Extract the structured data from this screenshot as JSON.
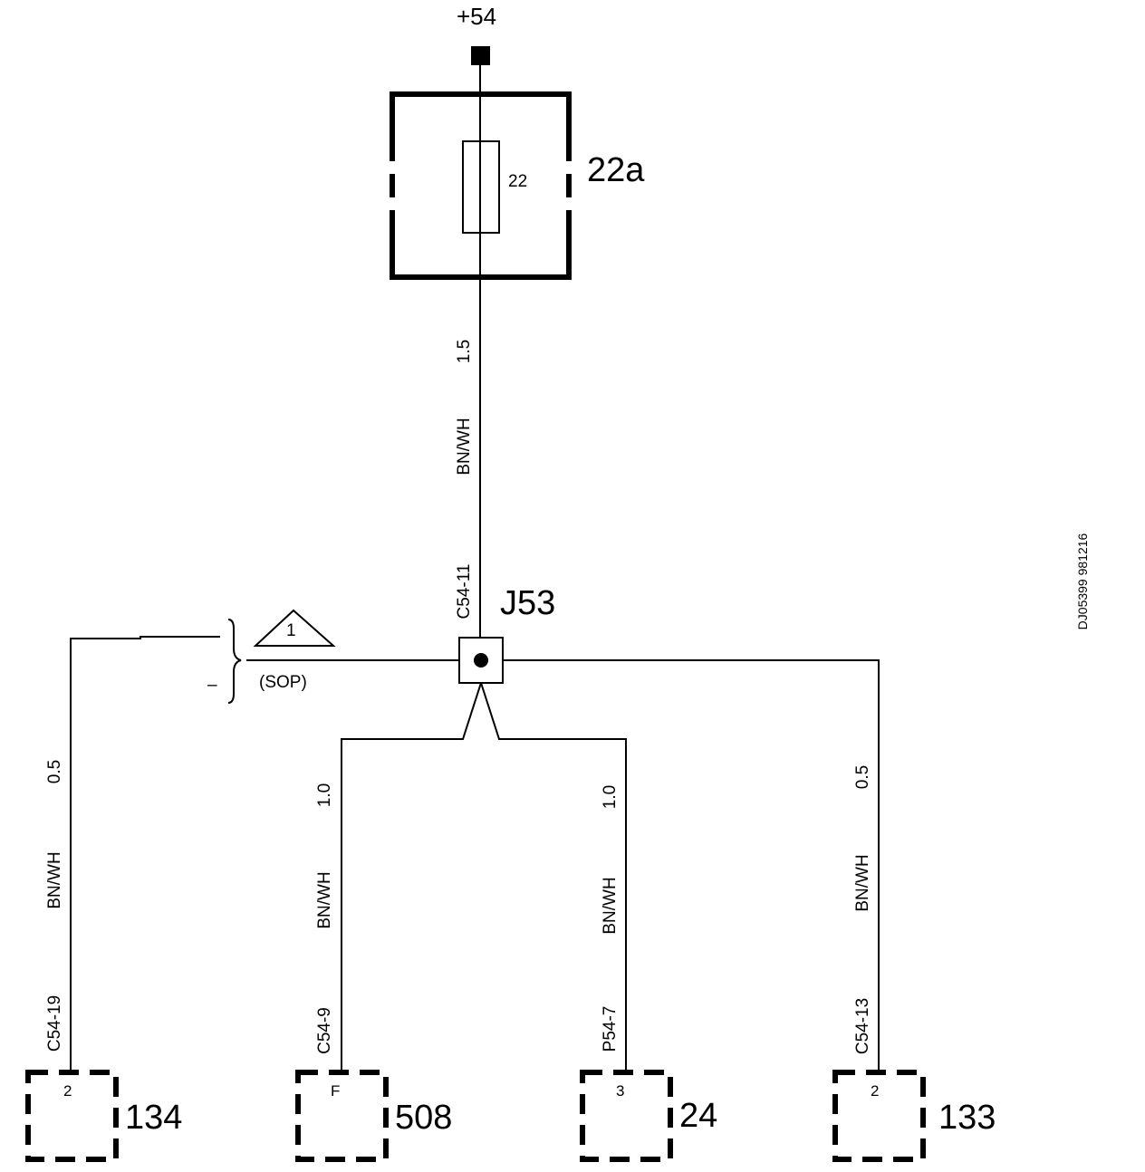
{
  "supply": {
    "label": "+54"
  },
  "fuse_box": {
    "label": "22a",
    "fuse_number": "22"
  },
  "main_wire": {
    "size": "1.5",
    "color": "BN/WH"
  },
  "junction": {
    "label": "J53",
    "pin": "C54-11"
  },
  "note": {
    "symbol_number": "1",
    "text": "(SOP)",
    "dash": "–"
  },
  "drawing_ref": "DJ05399 981216",
  "branches": [
    {
      "wire_size": "0.5",
      "wire_color": "BN/WH",
      "pin": "C54-19",
      "terminal": "2",
      "component": "134"
    },
    {
      "wire_size": "1.0",
      "wire_color": "BN/WH",
      "pin": "C54-9",
      "terminal": "F",
      "component": "508"
    },
    {
      "wire_size": "1.0",
      "wire_color": "BN/WH",
      "pin": "P54-7",
      "terminal": "3",
      "component": "24"
    },
    {
      "wire_size": "0.5",
      "wire_color": "BN/WH",
      "pin": "C54-13",
      "terminal": "2",
      "component": "133"
    }
  ],
  "colors": {
    "ink": "#000000",
    "background": "#ffffff"
  }
}
